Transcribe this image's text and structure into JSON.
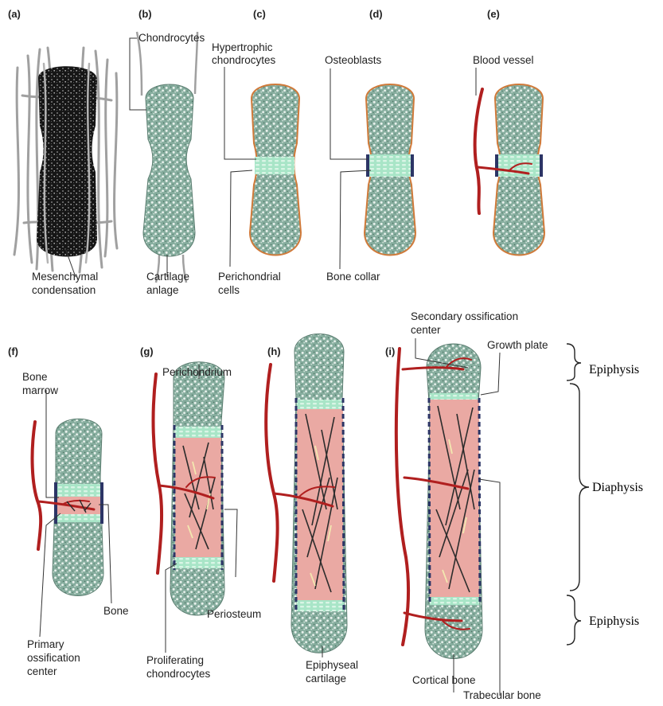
{
  "colors": {
    "cartilage": "#86ad9e",
    "cartilage_dark": "#4f7466",
    "condensation": "#161616",
    "bone_pink": "#eaa9a3",
    "vessel": "#b01f1f",
    "leader": "#333333",
    "fiber": "#9a9a9a",
    "orange_edge": "#d07a3a",
    "dark_blue": "#2c3566",
    "hypertrophic": "#a8e5c7"
  },
  "panels": [
    "(a)",
    "(b)",
    "(c)",
    "(d)",
    "(e)",
    "(f)",
    "(g)",
    "(h)",
    "(i)"
  ],
  "labels": {
    "chondrocytes": "Chondrocytes",
    "hypertrophic_1": "Hypertrophic",
    "hypertrophic_2": "chondrocytes",
    "osteoblasts": "Osteoblasts",
    "blood_vessel": "Blood vessel",
    "mesenchymal_1": "Mesenchymal",
    "mesenchymal_2": "condensation",
    "cartilage_1": "Cartilage",
    "cartilage_2": "anlage",
    "perichondrial_1": "Perichondrial",
    "perichondrial_2": "cells",
    "bone_collar": "Bone collar",
    "secondary_1": "Secondary ossification",
    "secondary_2": "center",
    "growth_plate": "Growth plate",
    "bone_marrow_1": "Bone",
    "bone_marrow_2": "marrow",
    "perichondrium": "Perichondrium",
    "bone": "Bone",
    "primary_1": "Primary",
    "primary_2": "ossification",
    "primary_3": "center",
    "periosteum": "Periosteum",
    "proliferating_1": "Proliferating",
    "proliferating_2": "chondrocytes",
    "epiphyseal_1": "Epiphyseal",
    "epiphyseal_2": "cartilage",
    "cortical_bone": "Cortical bone",
    "trabecular_bone": "Trabecular bone"
  },
  "regions": {
    "epiphysis_top": "Epiphysis",
    "diaphysis": "Diaphysis",
    "epiphysis_bottom": "Epiphysis"
  }
}
